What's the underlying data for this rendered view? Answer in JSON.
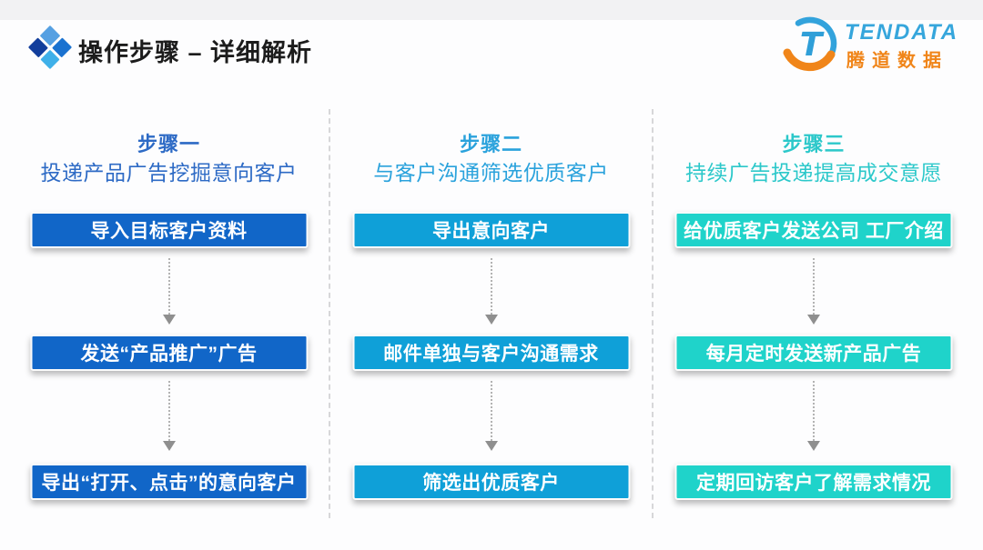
{
  "title": "操作步骤 – 详细解析",
  "title_icon": {
    "name": "diamond-cluster-icon",
    "colors": [
      "#1a72d0",
      "#3fb0e9",
      "#55a0e2",
      "#123e9c"
    ]
  },
  "logo": {
    "brand_en": "TENDATA",
    "brand_cn": "腾道数据",
    "blue": "#36a6dc",
    "orange": "#f08519"
  },
  "accent_colors": {
    "step1": "#2d6ac5",
    "step2": "#2aa2dc",
    "step3": "#2cc8ca"
  },
  "box_colors": {
    "step1": "#1166c8",
    "step2": "#0fa0d8",
    "step3": "#1fd3ca"
  },
  "columns": [
    {
      "step_label": "步骤一",
      "step_desc": "投递产品广告挖掘意向客户",
      "boxes": [
        "导入目标客户资料",
        "发送“产品推广”广告",
        "导出“打开、点击”的意向客户"
      ]
    },
    {
      "step_label": "步骤二",
      "step_desc": "与客户沟通筛选优质客户",
      "boxes": [
        "导出意向客户",
        "邮件单独与客户沟通需求",
        "筛选出优质客户"
      ]
    },
    {
      "step_label": "步骤三",
      "step_desc": "持续广告投递提高成交意愿",
      "boxes": [
        "给优质客户发送公司 工厂介绍",
        "每月定时发送新产品广告",
        "定期回访客户了解需求情况"
      ]
    }
  ]
}
